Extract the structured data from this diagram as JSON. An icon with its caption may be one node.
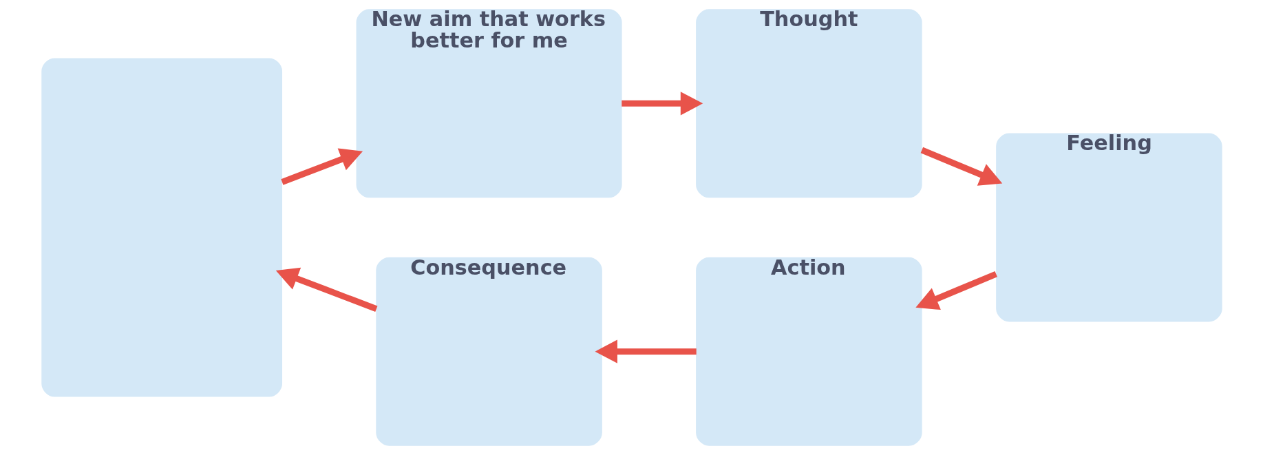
{
  "diagram": {
    "nodes": [
      {
        "text": [],
        "shape": "box"
      },
      {
        "text": [
          "Consequence"
        ]
      },
      {
        "text": [
          "Action"
        ]
      },
      {
        "text": [
          "Feeling"
        ]
      },
      {
        "text": [
          "New aim that works better for me"
        ]
      },
      {
        "text": [
          "Thought"
        ]
      }
    ],
    "edges": [
      {
        "from": 2,
        "to": 1,
        "arrow": "to"
      },
      {
        "from": 1,
        "to": 0,
        "arrow": "to"
      },
      {
        "from": 0,
        "to": 4,
        "arrow": "to"
      },
      {
        "from": 4,
        "to": 5,
        "arrow": "to"
      },
      {
        "from": 5,
        "to": 3,
        "arrow": "to"
      },
      {
        "from": 3,
        "to": 2,
        "arrow": "to"
      }
    ]
  }
}
